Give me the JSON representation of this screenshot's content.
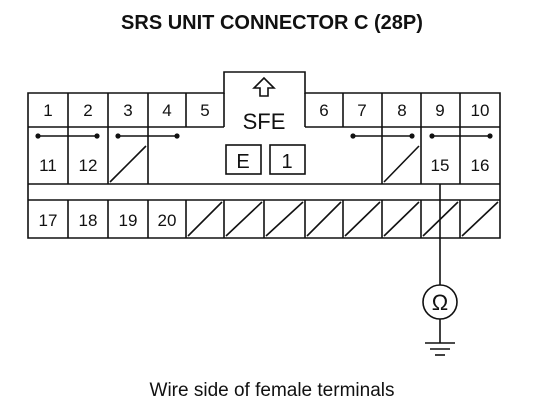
{
  "title": "SRS UNIT CONNECTOR C (28P)",
  "caption": "Wire side of female terminals",
  "center_label": "SFE",
  "marks": {
    "e": "E",
    "one": "1"
  },
  "pins": {
    "p1": "1",
    "p2": "2",
    "p3": "3",
    "p4": "4",
    "p5": "5",
    "p6": "6",
    "p7": "7",
    "p8": "8",
    "p9": "9",
    "p10": "10",
    "p11": "11",
    "p12": "12",
    "p15": "15",
    "p16": "16",
    "p17": "17",
    "p18": "18",
    "p19": "19",
    "p20": "20"
  },
  "meter_symbol": "Ω",
  "icons": {
    "lock_tab": "arrow-up-icon",
    "meter": "ohmmeter-icon",
    "ground": "ground-icon"
  }
}
